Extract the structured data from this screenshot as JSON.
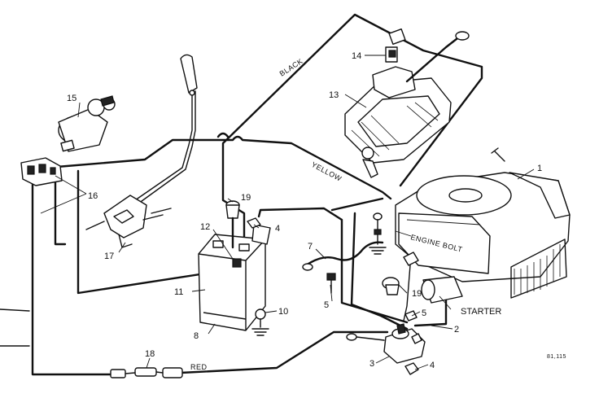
{
  "diagram": {
    "callouts": {
      "engine": "1",
      "cable_2": "2",
      "solenoid": "3",
      "nut_4_bottom": "4",
      "nut_4_top": "4",
      "bolt_5_left": "5",
      "bolt_5_right": "5",
      "cable_7": "7",
      "battery_8": "8",
      "screw_10": "10",
      "battery_box_11": "11",
      "cover_12": "12",
      "transmission_13": "13",
      "switch_14": "14",
      "ignition_switch_15": "15",
      "harness_16": "16",
      "clip_17": "17",
      "fuse_18": "18",
      "boot_19_top": "19",
      "boot_19_right": "19"
    },
    "wire_labels": {
      "black": "BLACK",
      "yellow": "YELLOW",
      "red": "RED"
    },
    "part_labels": {
      "engine_bolt": "ENGINE BOLT",
      "starter": "STARTER"
    },
    "drawing_code": "81,115"
  }
}
